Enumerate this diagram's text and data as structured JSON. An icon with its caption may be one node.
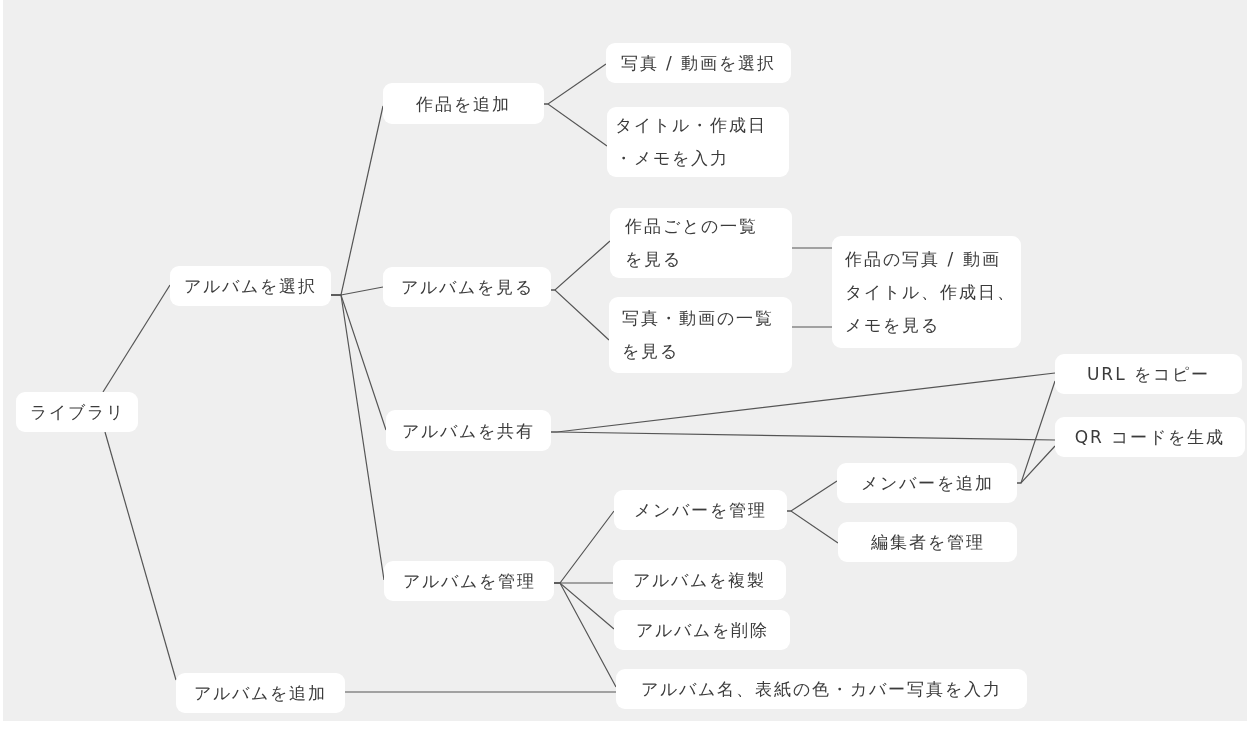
{
  "diagram": {
    "nodes": [
      {
        "text": [
          "ライブラリ"
        ]
      },
      {
        "text": [
          "アルバムを選択"
        ]
      },
      {
        "text": [
          "アルバムを追加"
        ]
      },
      {
        "text": [
          "作品を追加"
        ]
      },
      {
        "text": [
          "アルバムを見る"
        ]
      },
      {
        "text": [
          "アルバムを共有"
        ]
      },
      {
        "text": [
          "アルバムを管理"
        ]
      },
      {
        "text": [
          "写真 / 動画を選択"
        ]
      },
      {
        "text": [
          "タイトル・作成日・メモを入力"
        ]
      },
      {
        "text": [
          "作品ごとの一覧を見る"
        ]
      },
      {
        "text": [
          "写真・動画の一覧を見る"
        ]
      },
      {
        "text": [
          "作品の写真 / 動画タイトル、作成日、メモを見る"
        ]
      },
      {
        "text": [
          "URL をコピー"
        ]
      },
      {
        "text": [
          "QR コードを生成"
        ]
      },
      {
        "text": [
          "メンバーを管理"
        ]
      },
      {
        "text": [
          "メンバーを追加"
        ]
      },
      {
        "text": [
          "編集者を管理"
        ]
      },
      {
        "text": [
          "アルバムを複製"
        ]
      },
      {
        "text": [
          "アルバムを削除"
        ]
      },
      {
        "text": [
          "アルバム名、表紙の色・カバー写真を入力"
        ]
      }
    ],
    "edges": [
      {
        "from": 0,
        "to": 1,
        "arrow": "none"
      },
      {
        "from": 0,
        "to": 2,
        "arrow": "none"
      },
      {
        "from": 1,
        "to": 3,
        "arrow": "none"
      },
      {
        "from": 1,
        "to": 4,
        "arrow": "none"
      },
      {
        "from": 1,
        "to": 5,
        "arrow": "none"
      },
      {
        "from": 1,
        "to": 6,
        "arrow": "none"
      },
      {
        "from": 3,
        "to": 7,
        "arrow": "none"
      },
      {
        "from": 3,
        "to": 8,
        "arrow": "none"
      },
      {
        "from": 4,
        "to": 9,
        "arrow": "none"
      },
      {
        "from": 4,
        "to": 10,
        "arrow": "none"
      },
      {
        "from": 9,
        "to": 11,
        "arrow": "none"
      },
      {
        "from": 10,
        "to": 11,
        "arrow": "none"
      },
      {
        "from": 5,
        "to": 12,
        "arrow": "none"
      },
      {
        "from": 5,
        "to": 13,
        "arrow": "none"
      },
      {
        "from": 6,
        "to": 14,
        "arrow": "none"
      },
      {
        "from": 6,
        "to": 17,
        "arrow": "none"
      },
      {
        "from": 6,
        "to": 18,
        "arrow": "none"
      },
      {
        "from": 6,
        "to": 19,
        "arrow": "none"
      },
      {
        "from": 14,
        "to": 15,
        "arrow": "none"
      },
      {
        "from": 14,
        "to": 16,
        "arrow": "none"
      },
      {
        "from": 15,
        "to": 12,
        "arrow": "none"
      },
      {
        "from": 15,
        "to": 13,
        "arrow": "none"
      },
      {
        "from": 2,
        "to": 19,
        "arrow": "none"
      }
    ]
  }
}
